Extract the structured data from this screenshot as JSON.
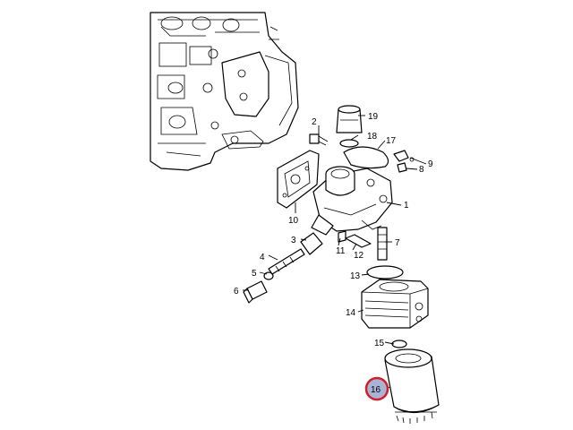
{
  "callouts": [
    {
      "id": "c1",
      "label": "1"
    },
    {
      "id": "c2",
      "label": "2"
    },
    {
      "id": "c3",
      "label": "3"
    },
    {
      "id": "c4",
      "label": "4"
    },
    {
      "id": "c5",
      "label": "5"
    },
    {
      "id": "c6",
      "label": "6"
    },
    {
      "id": "c7",
      "label": "7"
    },
    {
      "id": "c8",
      "label": "8"
    },
    {
      "id": "c9",
      "label": "9"
    },
    {
      "id": "c10",
      "label": "10"
    },
    {
      "id": "c11",
      "label": "11"
    },
    {
      "id": "c12",
      "label": "12"
    },
    {
      "id": "c13",
      "label": "13"
    },
    {
      "id": "c14",
      "label": "14"
    },
    {
      "id": "c15",
      "label": "15"
    },
    {
      "id": "c16",
      "label": "16"
    },
    {
      "id": "c17",
      "label": "17"
    },
    {
      "id": "c18",
      "label": "18"
    },
    {
      "id": "c19",
      "label": "19"
    }
  ],
  "highlighted_callout": "16",
  "colors": {
    "line": "#000000",
    "highlight_fill": "#a9b3d6",
    "highlight_ring": "#d21f2a",
    "background": "#ffffff"
  }
}
